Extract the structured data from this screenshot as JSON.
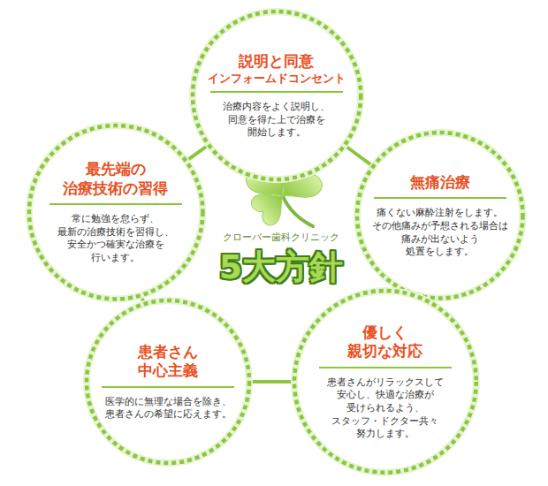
{
  "diagram": {
    "nodes": [
      {
        "text": [
          "説明と同意",
          "インフォームドコンセント",
          "治療内容をよく説明し、 同意を得た上で治療を 開始します。"
        ]
      },
      {
        "text": [
          "最先端の 治療技術の習得",
          "常に勉強を怠らず、 最新の治療技術を習得し、 安全かつ確実な治療を 行います。"
        ]
      },
      {
        "text": [
          "無痛治療",
          "痛くない麻酔注射をします。 その他痛みが予想される場合は 痛みが出ないよう 処置をします。"
        ]
      },
      {
        "text": [
          "患者さん 中心主義",
          "医学的に無理な場合を除き、 患者さんの希望に応えます。"
        ]
      },
      {
        "text": [
          "優しく 親切な対応",
          "患者さんがリラックスして 安心し、快適な治療が 受けられるよう、 スタッフ・ドクター共々 努力します。"
        ]
      }
    ],
    "edges": [
      {
        "from": 0,
        "to": 2,
        "arrow": "none"
      },
      {
        "from": 2,
        "to": 4,
        "arrow": "none"
      },
      {
        "from": 4,
        "to": 3,
        "arrow": "none"
      },
      {
        "from": 3,
        "to": 1,
        "arrow": "none"
      },
      {
        "from": 1,
        "to": 0,
        "arrow": "none"
      }
    ],
    "labels": [
      "クローバー歯科クリニック",
      "5大方針"
    ]
  }
}
